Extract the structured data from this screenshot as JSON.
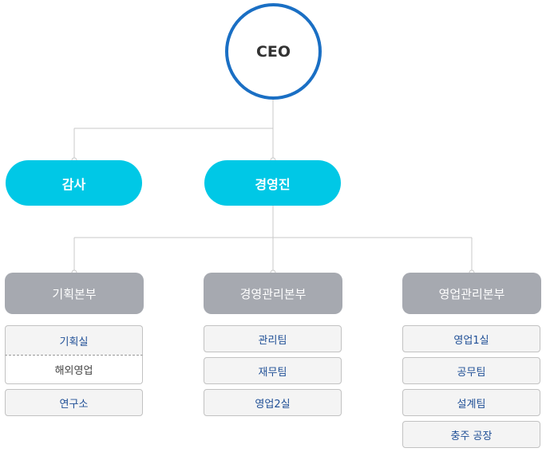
{
  "ceo": {
    "label": "CEO"
  },
  "level1": [
    {
      "id": "audit",
      "label": "감사"
    },
    {
      "id": "management",
      "label": "경영진"
    }
  ],
  "divisions": [
    {
      "id": "planning",
      "label": "기획본부"
    },
    {
      "id": "admin",
      "label": "경영관리본부"
    },
    {
      "id": "sales",
      "label": "영업관리본부"
    }
  ],
  "departments": {
    "planning": [
      "기획실",
      "해외영업",
      "연구소"
    ],
    "admin": [
      "관리팀",
      "재무팀",
      "영업2실"
    ],
    "sales": [
      "영업1실",
      "공무팀",
      "설계팀",
      "충주 공장"
    ]
  },
  "colors": {
    "ceo_border": "#1a6fc4",
    "level1_fill": "#00c8e6",
    "division_fill": "#a6a9b0",
    "department_text": "#1f4f96",
    "connector": "#c8c8c8"
  }
}
